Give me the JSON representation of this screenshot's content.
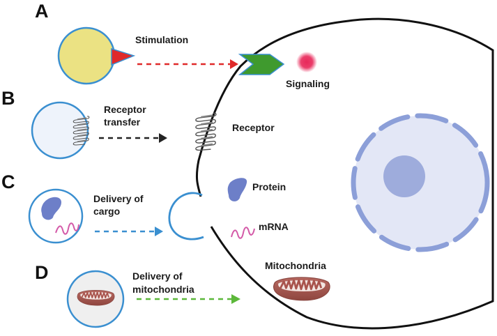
{
  "panels": {
    "a": {
      "letter": "A",
      "process_label": "Stimulation",
      "outcome_label": "Signaling"
    },
    "b": {
      "letter": "B",
      "process_label_line1": "Receptor",
      "process_label_line2": "transfer",
      "outcome_label": "Receptor"
    },
    "c": {
      "letter": "C",
      "process_label_line1": "Delivery of",
      "process_label_line2": "cargo",
      "protein_label": "Protein",
      "mrna_label": "mRNA"
    },
    "d": {
      "letter": "D",
      "process_label_line1": "Delivery of",
      "process_label_line2": "mitochondria",
      "outcome_label": "Mitochondria"
    }
  },
  "colors": {
    "membrane": "#111111",
    "vesicle_outline": "#3a8fd0",
    "vesicle_a_fill": "#ebe283",
    "ligand": "#e02a2a",
    "receptor_a": "#3f9a2e",
    "signal": "#e8285a",
    "arrow_a": "#e02a2a",
    "arrow_b": "#222222",
    "arrow_c": "#3a8fd0",
    "arrow_d": "#5cb83a",
    "protein": "#6d7fc8",
    "nucleus_fill": "#e3e7f6",
    "nucleus_envelope": "#8c9fd8",
    "nucleolus": "#9eacdc",
    "mitochondria": "#a8554f"
  }
}
